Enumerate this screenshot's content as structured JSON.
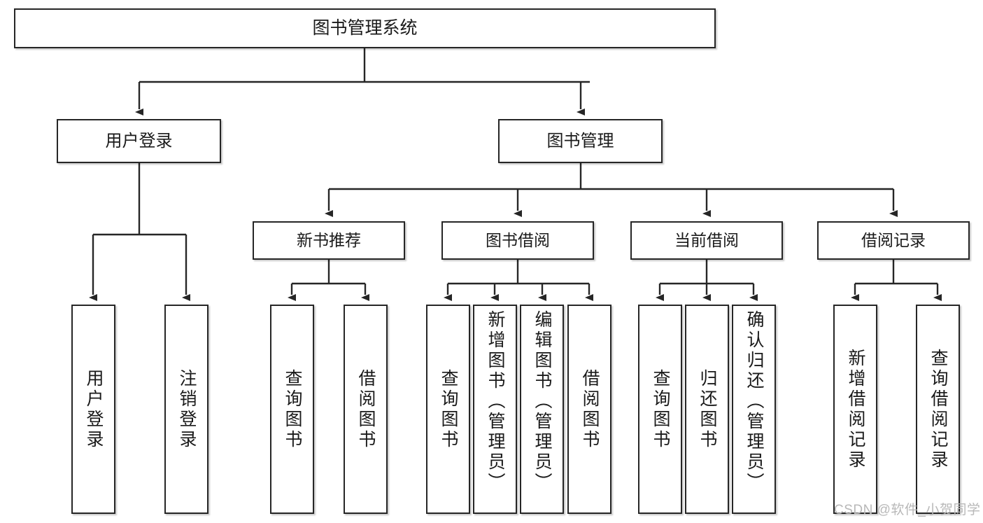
{
  "diagram": {
    "title": "图书管理系统",
    "type": "hierarchy-tree",
    "root": {
      "label": "图书管理系统"
    },
    "level1": [
      {
        "label": "用户登录"
      },
      {
        "label": "图书管理"
      }
    ],
    "level2": [
      {
        "label": "新书推荐"
      },
      {
        "label": "图书借阅"
      },
      {
        "label": "当前借阅"
      },
      {
        "label": "借阅记录"
      }
    ],
    "leaves": {
      "user_login": [
        {
          "label": "用户登录"
        },
        {
          "label": "注销登录"
        }
      ],
      "new_book_recommend": [
        {
          "label": "查询图书"
        },
        {
          "label": "借阅图书"
        }
      ],
      "book_borrow": [
        {
          "label": "查询图书"
        },
        {
          "label": "新增图书（管理员）"
        },
        {
          "label": "编辑图书（管理员）"
        },
        {
          "label": "借阅图书"
        }
      ],
      "current_borrow": [
        {
          "label": "查询图书"
        },
        {
          "label": "归还图书"
        },
        {
          "label": "确认归还（管理员）"
        }
      ],
      "borrow_records": [
        {
          "label": "新增借阅记录"
        },
        {
          "label": "查询借阅记录"
        }
      ]
    },
    "watermark": "CSDN @软件_小贺同学",
    "colors": {
      "stroke": "#262626",
      "text": "#1a1a1a",
      "background": "#ffffff",
      "watermark": "#b8b8b8"
    }
  }
}
